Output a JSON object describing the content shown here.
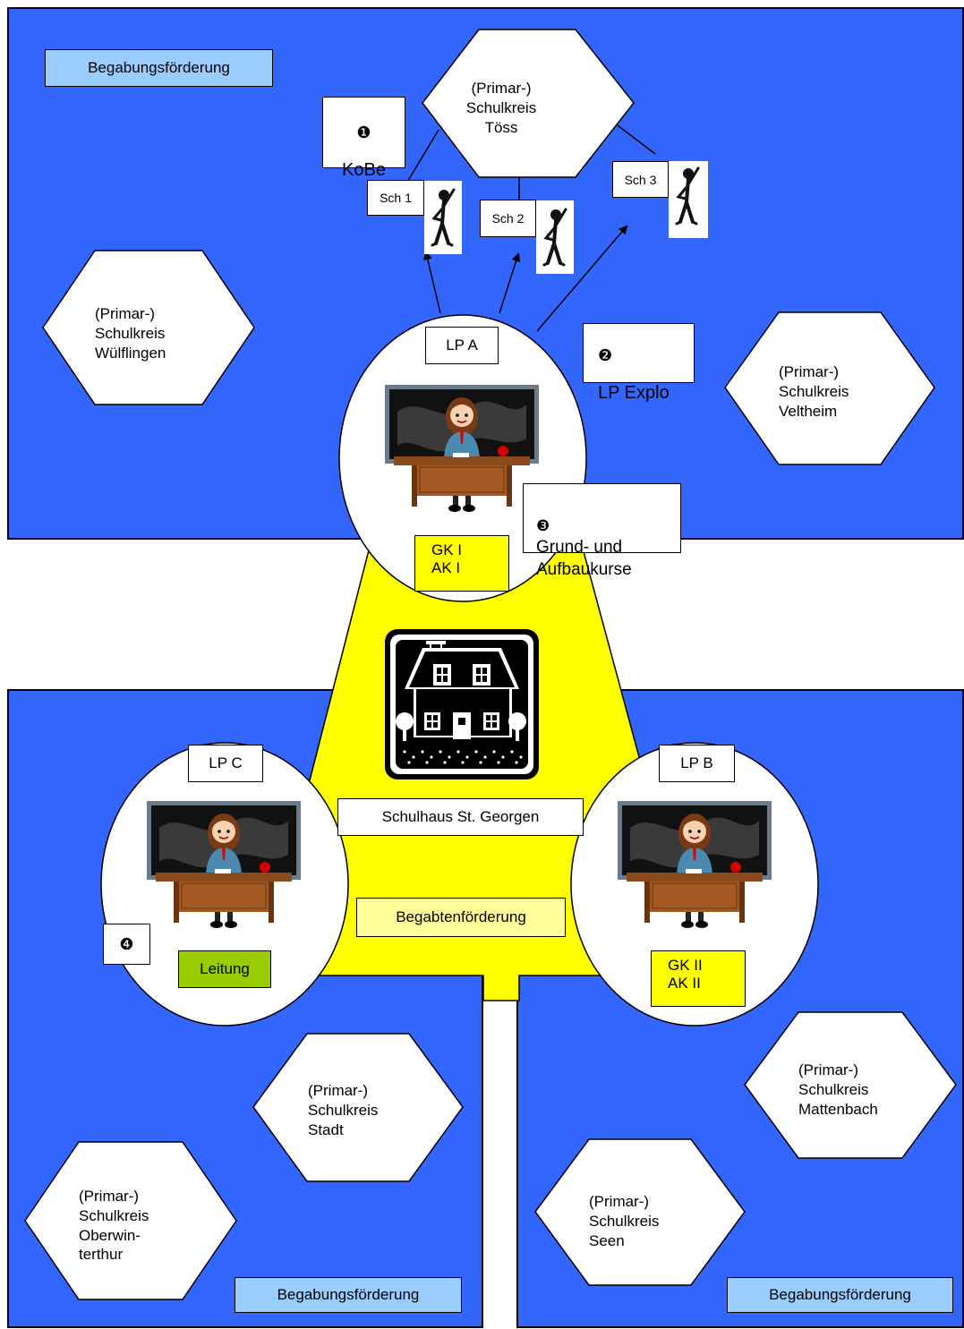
{
  "colors": {
    "region_blue": "#3366ff",
    "triangle_yellow": "#ffff00",
    "label_lightblue": "#99ccff",
    "label_lightyellow": "#ffff99",
    "leitung_green": "#99cc00",
    "course_yellow": "#ffff00"
  },
  "labels": {
    "foerderung_top": "Begabungsförderung",
    "foerderung_bottom_left": "Begabungsförderung",
    "foerderung_bottom_right": "Begabungsförderung",
    "begabtenfoerderung": "Begabtenförderung",
    "schulhaus": "Schulhaus St. Georgen"
  },
  "schulkreise": {
    "toess": "(Primar-)\nSchulkreis\nTöss",
    "wuelflingen": "(Primar-)\nSchulkreis\nWülflingen",
    "veltheim": "(Primar-)\nSchulkreis\nVeltheim",
    "stadt": "(Primar-)\nSchulkreis\nStadt",
    "oberwinterthur": "(Primar-)\nSchulkreis\nOberwin-\nterthur",
    "mattenbach": "(Primar-)\nSchulkreis\nMattenbach",
    "seen": "(Primar-)\nSchulkreis\nSeen"
  },
  "teachers": {
    "a": {
      "label": "LP A",
      "courses": "GK I\nAK I"
    },
    "b": {
      "label": "LP B",
      "courses": "GK II\nAK II"
    },
    "c": {
      "label": "LP C",
      "role": "Leitung"
    }
  },
  "offers": {
    "kobe": {
      "marker": "❶",
      "text": "KoBe"
    },
    "explo": {
      "marker": "❷",
      "text": "LP Explo"
    },
    "kurse": {
      "marker": "❸",
      "text": "Grund- und\nAufbaukurse"
    },
    "leitung_marker": "❹"
  },
  "students": [
    "Sch 1",
    "Sch 2",
    "Sch 3"
  ]
}
